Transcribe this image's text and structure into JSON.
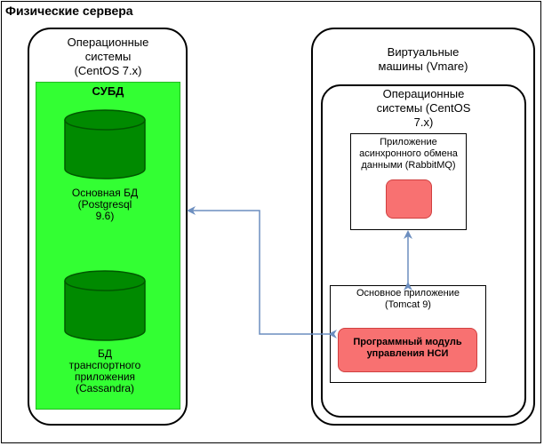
{
  "diagram": {
    "title": "Физические сервера",
    "left_server": {
      "os_label": [
        "Операционные",
        "системы",
        "(CentOS 7.x)"
      ],
      "dbms": {
        "label": "СУБД",
        "color": "#33ff33",
        "db1": [
          "Основная БД",
          "(Postgresql",
          "9.6)"
        ],
        "db2": [
          "БД",
          "транспортного",
          "приложения",
          "(Cassandra)"
        ]
      }
    },
    "right_server": {
      "vm_label": [
        "Виртуальные",
        "машины (Vmare)"
      ],
      "os_label": [
        "Операционные",
        "системы (CentOS",
        "7.x)"
      ],
      "async_app": [
        "Приложение",
        "асинхронного обмена",
        "данными (RabbitMQ)"
      ],
      "main_app": [
        "Основное приложение",
        "(Tomcat 9)"
      ],
      "module": [
        "Программный модуль",
        "управления НСИ"
      ]
    },
    "colors": {
      "database_fill": "#008a00",
      "database_stroke": "#005700",
      "module_fill": "#f87171",
      "arrow": "#6c8ebf"
    }
  }
}
